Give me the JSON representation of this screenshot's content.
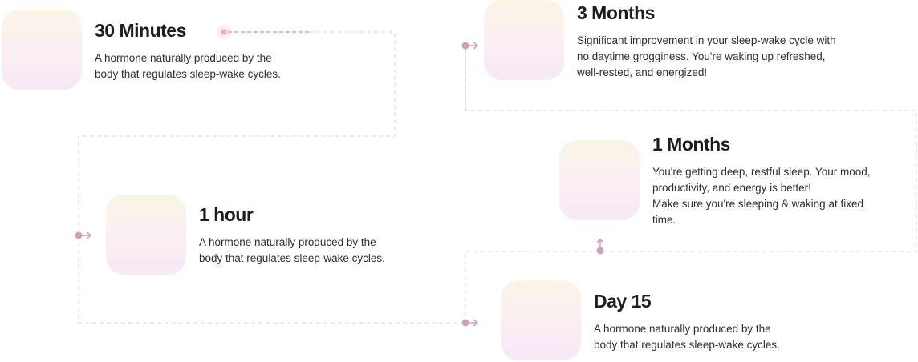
{
  "timeline": {
    "step_30min": {
      "title": "30 Minutes",
      "description": "A hormone naturally produced by the\nbody that regulates sleep-wake cycles."
    },
    "step_1hour": {
      "title": "1 hour",
      "description": "A hormone naturally produced by the\nbody that regulates sleep-wake cycles."
    },
    "step_3months": {
      "title": "3 Months",
      "description": "Significant improvement in your sleep-wake cycle with\nno daytime grogginess. You're waking up refreshed,\nwell-rested, and energized!"
    },
    "step_1months": {
      "title": "1 Months",
      "description": "You're getting deep, restful sleep. Your mood,\nproductivity, and energy is better!\nMake sure you're sleeping & waking at fixed\ntime."
    },
    "step_day15": {
      "title": "Day 15",
      "description": "A hormone naturally produced by the\nbody that regulates sleep-wake cycles."
    }
  },
  "colors": {
    "connector_line": "#e6e0e6",
    "connector_accent": "#cf9fbd",
    "start_line": "#e2a497",
    "tile_top": "#faf5e6",
    "tile_bottom": "#f7e8f5",
    "text_primary": "#1c1c22",
    "text_secondary": "#2e2e36"
  }
}
